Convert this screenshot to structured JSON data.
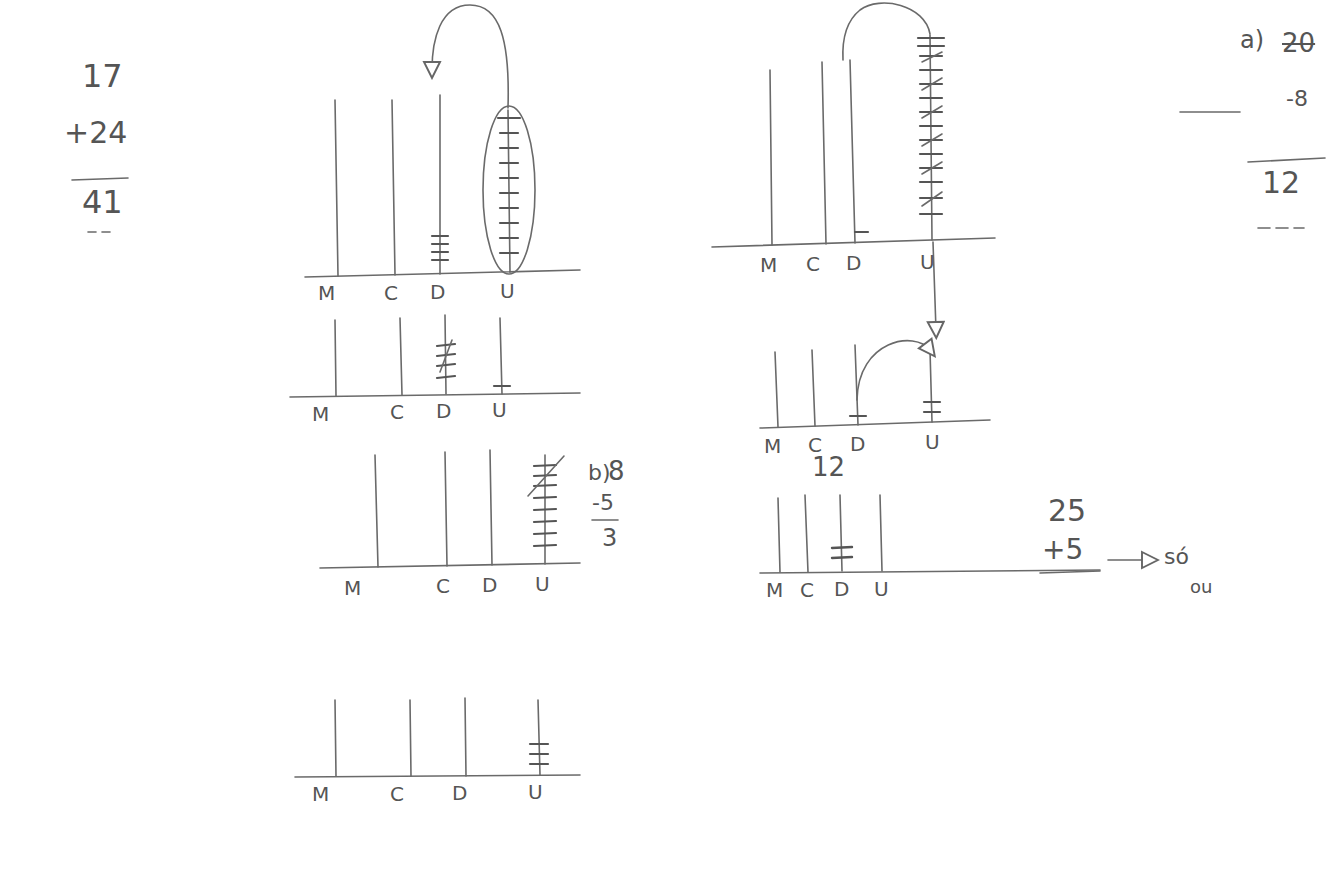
{
  "diagram": {
    "labels": [
      "17",
      "+24",
      "41",
      "M",
      "C",
      "D",
      "U",
      "M",
      "C",
      "D",
      "U",
      "b)",
      "8",
      "-5",
      "3",
      "M",
      "C",
      "D",
      "U",
      "M",
      "C",
      "D",
      "U",
      "a)",
      "20",
      "-8",
      "12",
      "M",
      "C",
      "D",
      "U",
      "M",
      "C",
      "D",
      "U",
      "12",
      "25",
      "+5",
      "M",
      "C",
      "D",
      "U",
      "só",
      "ou"
    ]
  }
}
